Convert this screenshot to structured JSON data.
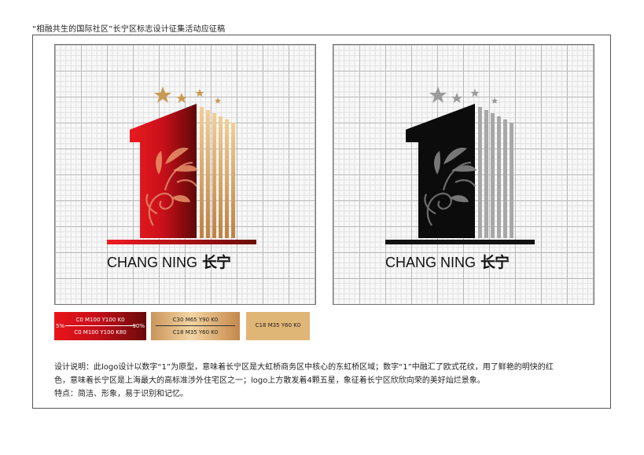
{
  "header": {
    "title": "“相融共生的国际社区”长宁区标志设计征集活动应征稿"
  },
  "logo": {
    "wordmark_en": "CHANG NING",
    "wordmark_cn": "长宁"
  },
  "swatches": {
    "red": {
      "top": "C0  M100  Y100  K0",
      "bottom": "C0  M100  Y100  K80",
      "left_pct": "5%",
      "right_pct": "90%"
    },
    "gold": {
      "top": "C30  M65  Y90  K0",
      "bottom": "C18  M35  Y60  K0"
    },
    "tan": {
      "label": "C18  M35  Y60  K0"
    }
  },
  "description": {
    "line1": "设计说明：此logo设计以数字“1”为原型，意味着长宁区是大虹桥商务区中核心的东虹桥区域；数字“1”中融汇了欧式花纹，用了鲜艳的明快的红",
    "line2": "色，意味着长宁区是上海最大的高标准涉外住宅区之一；logo上方散发着4颗五星，象征着长宁区欣欣向荣的美好灿烂景象。",
    "line3": "特点：简洁、形象，易于识别和记忆。"
  },
  "colors": {
    "red": "#e8141b",
    "dark_red": "#6a0a0a",
    "gold": "#d9a45c",
    "star_gold": "#c99a55",
    "black": "#111111",
    "gray": "#a8a8a8"
  }
}
